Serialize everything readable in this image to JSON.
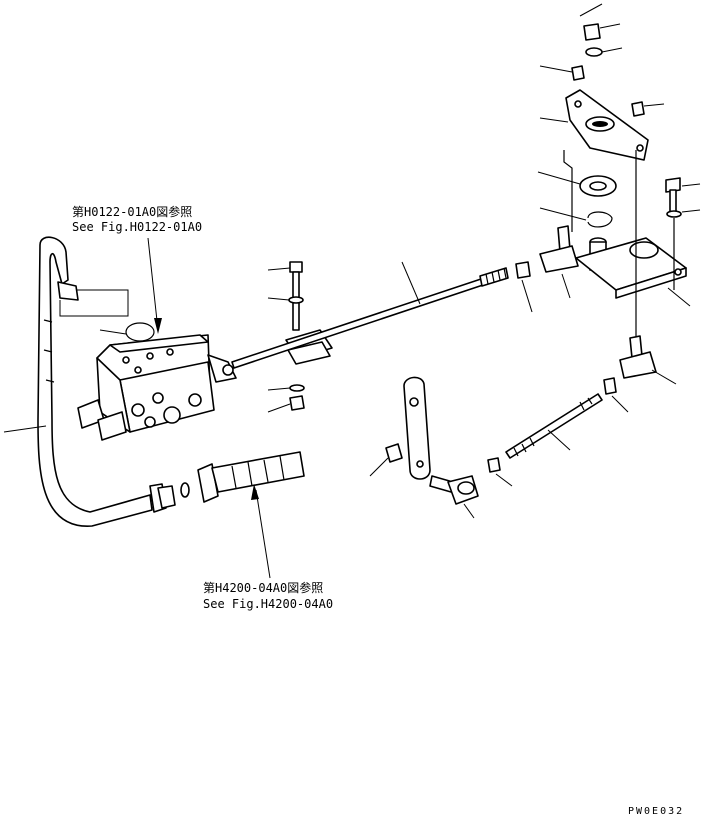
{
  "references": {
    "ref1_jp": "第H0122-01A0図参照",
    "ref1_en": "See Fig.H0122-01A0",
    "ref2_jp": "第H4200-04A0図参照",
    "ref2_en": "See Fig.H4200-04A0"
  },
  "drawing_code": "PW0E032"
}
